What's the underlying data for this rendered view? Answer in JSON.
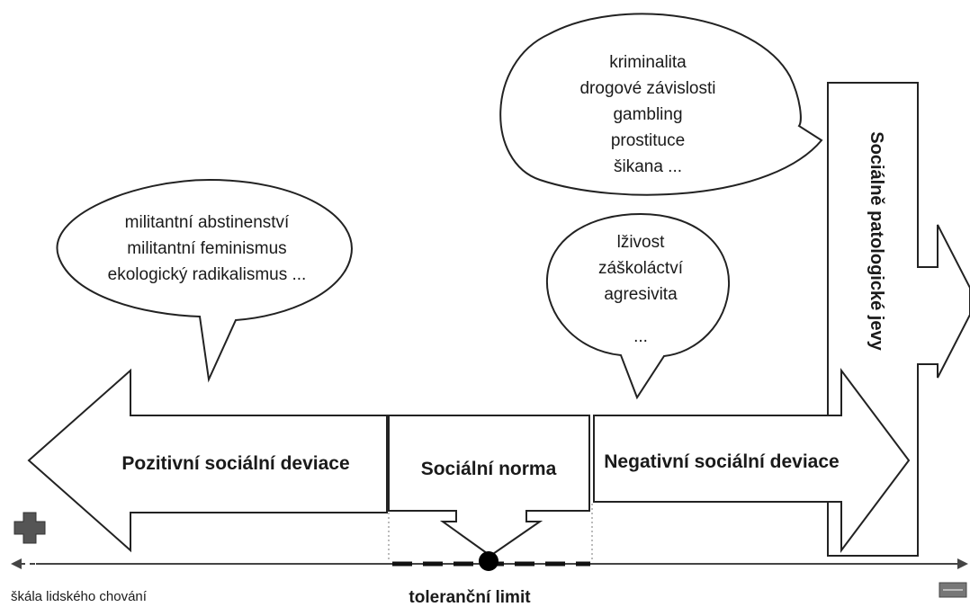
{
  "bubbles": {
    "positive": {
      "lines": [
        "militantní abstinenství",
        "militantní feminismus",
        "ekologický radikalismus ..."
      ]
    },
    "negative_mild": {
      "lines": [
        "lživost",
        "záškoláctví",
        "agresivita",
        "..."
      ]
    },
    "pathological": {
      "lines": [
        "kriminalita",
        "drogové závislosti",
        "gambling",
        "prostituce",
        "šikana ..."
      ]
    }
  },
  "arrows": {
    "positive_label": "Pozitivní sociální deviace",
    "norm_label": "Sociální norma",
    "negative_label": "Negativní sociální deviace",
    "pathology_label": "Sociálně patologické jevy"
  },
  "scale": {
    "caption": "škála lidského chování",
    "tolerance_label": "toleranční limit"
  },
  "icons": {
    "left": "cross-icon",
    "right": "small-badge-icon"
  }
}
